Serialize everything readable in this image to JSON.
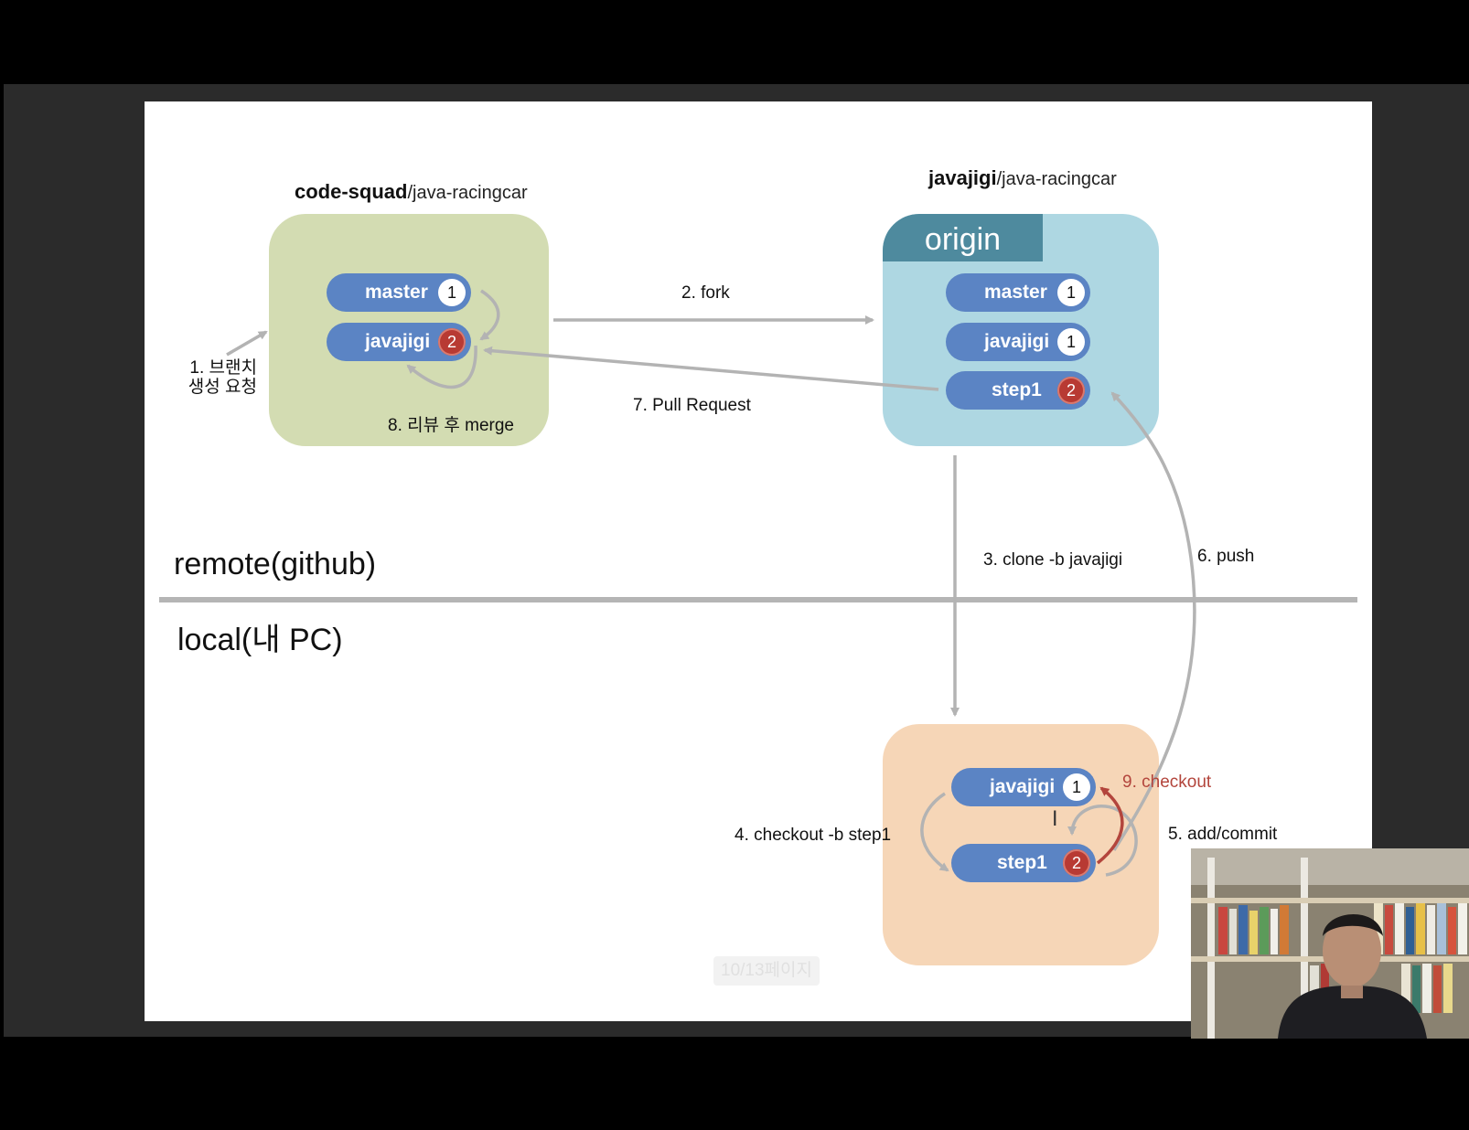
{
  "slide": {
    "upstream_repo": {
      "owner": "code-squad",
      "path": "/java-racingcar"
    },
    "fork_repo": {
      "owner": "javajigi",
      "path": "/java-racingcar"
    },
    "origin_label": "origin",
    "upstream_branches": [
      {
        "name": "master",
        "badge": "1",
        "badge_color": "white"
      },
      {
        "name": "javajigi",
        "badge": "2",
        "badge_color": "red"
      }
    ],
    "origin_branches": [
      {
        "name": "master",
        "badge": "1",
        "badge_color": "white"
      },
      {
        "name": "javajigi",
        "badge": "1",
        "badge_color": "white"
      },
      {
        "name": "step1",
        "badge": "2",
        "badge_color": "red"
      }
    ],
    "local_branches": [
      {
        "name": "javajigi",
        "badge": "1",
        "badge_color": "white"
      },
      {
        "name": "step1",
        "badge": "2",
        "badge_color": "red"
      }
    ],
    "steps": {
      "s1_line1": "1. 브랜치",
      "s1_line2": "생성 요청",
      "s2": "2. fork",
      "s3": "3. clone -b javajigi",
      "s4": "4. checkout -b step1",
      "s5": "5. add/commit",
      "s6": "6. push",
      "s7": "7. Pull Request",
      "s8": "8. 리뷰 후 merge",
      "s9": "9. checkout"
    },
    "remote_label": "remote(github)",
    "local_label": "local(내 PC)",
    "page_indicator": "10/13페이지"
  },
  "colors": {
    "upstream_box": "#d3dcb2",
    "origin_box": "#aed7e2",
    "origin_tab": "#4e8a9e",
    "local_box": "#f6d6b7",
    "branch_pill": "#5b84c4",
    "badge_red": "#b83a33",
    "arrow_gray": "#b3b3b3",
    "checkout_red": "#b3453c"
  }
}
